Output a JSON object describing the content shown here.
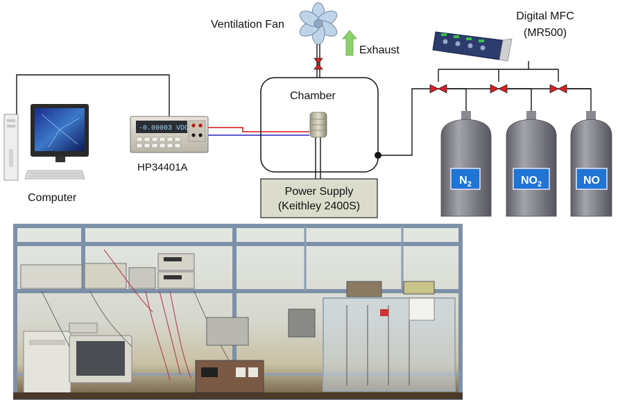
{
  "labels": {
    "ventilation_fan": "Ventilation Fan",
    "exhaust": "Exhaust",
    "mfc_line1": "Digital MFC",
    "mfc_line2": "(MR500)",
    "chamber": "Chamber",
    "computer": "Computer",
    "multimeter": "HP34401A",
    "power_line1": "Power Supply",
    "power_line2": "(Keithley 2400S)",
    "meter_display": "-0.00003 VDC"
  },
  "gases": [
    {
      "main": "N",
      "sub": "2"
    },
    {
      "main": "NO",
      "sub": "2"
    },
    {
      "main": "NO",
      "sub": ""
    }
  ],
  "colors": {
    "cylinder": "#7c7c84",
    "gas_label_bg": "#1f74d4",
    "valve": "#d72020",
    "exhaust_arrow": "#8bd06a",
    "signal_red": "#d01010",
    "signal_blue": "#2020c0",
    "power_box": "#dcdccc",
    "photo_frame": "#7c90a8"
  }
}
